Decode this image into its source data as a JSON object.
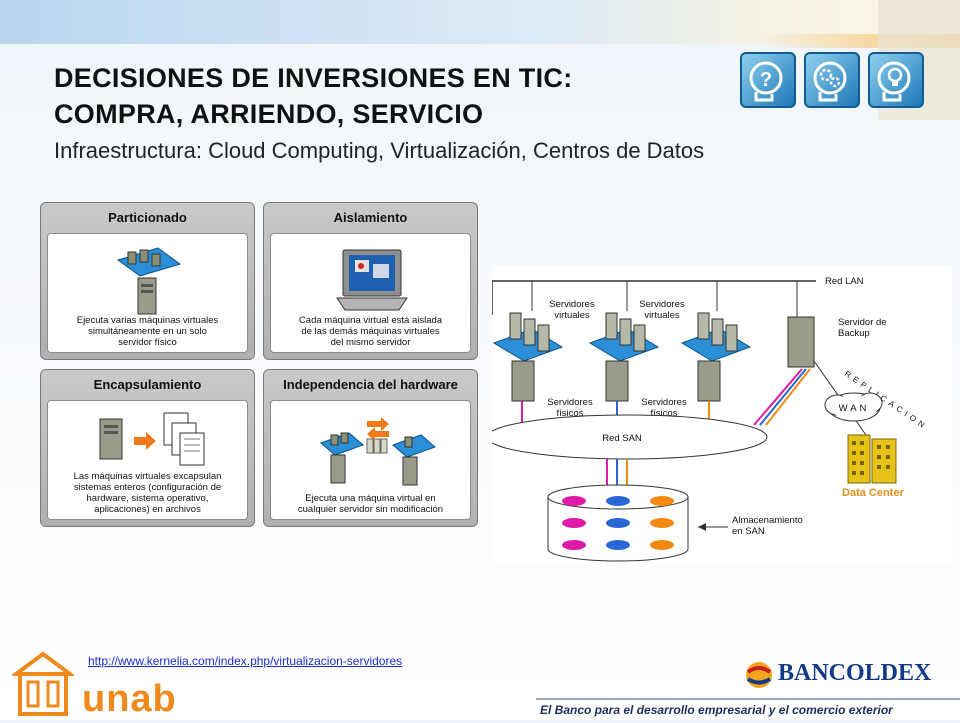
{
  "slide": {
    "title": "DECISIONES DE INVERSIONES EN TIC:\nCOMPRA, ARRIENDO, SERVICIO",
    "subtitle": "Infraestructura: Cloud Computing, Virtualización, Centros de Datos",
    "header_icons": [
      "question-head-icon",
      "gears-head-icon",
      "lightbulb-head-icon"
    ]
  },
  "panels": [
    {
      "title": "Particionado",
      "text": "Ejecuta varias máquinas virtuales\nsimultáneamente en un solo\nservidor físico"
    },
    {
      "title": "Aislamiento",
      "text": "Cada máquina virtual está aislada\nde las demás máquinas virtuales\ndel mismo servidor"
    },
    {
      "title": "Encapsulamiento",
      "text": "Las máquinas virtuales excapsulan\nsistemas enteros (configuración de\nhardware, sistema operativo,\naplicaciones) en archivos"
    },
    {
      "title": "Independencia del hardware",
      "text": "Ejecuta una máquina virtual en\ncualquier servidor sin modificación"
    }
  ],
  "network_diagram": {
    "red_lan": "Red LAN",
    "servidores_virtuales_1": "Servidores\nvirtuales",
    "servidores_virtuales_2": "Servidores\nvirtuales",
    "servidores_fisicos_1": "Servidores\nfísicos",
    "servidores_fisicos_2": "Servidores\nfísicos",
    "servidor_backup": "Servidor de\nBackup",
    "replicacion": "REPLICACION",
    "wan": "WAN",
    "red_san": "Red SAN",
    "data_center": "Data Center",
    "almacenamiento": "Almacenamiento\nen SAN"
  },
  "footer": {
    "source_link": "http://www.kernelia.com/index.php/virtualizacion-servidores",
    "unab": "unab",
    "bancoldex": "BANCOLDEX",
    "tagline": "El Banco para el desarrollo empresarial y el comercio exterior"
  },
  "colors": {
    "accent_blue": "#1d78b8",
    "link_blue": "#1a2ccc",
    "unab_orange": "#f08a1c",
    "bancoldex_navy": "#123a86",
    "san_magenta": "#e01aa8",
    "san_blue": "#2a67d6",
    "san_orange": "#f28a12",
    "data_center_yellow": "#e6c21a"
  }
}
